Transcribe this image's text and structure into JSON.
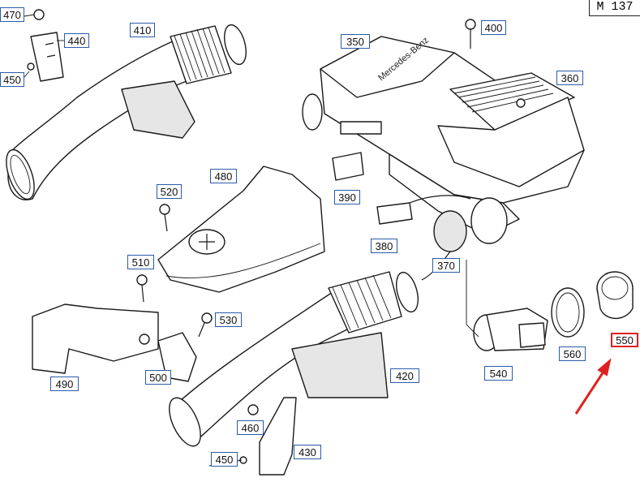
{
  "diagram": {
    "model_badge": "M 137",
    "brand_text": "Mercedes-Benz",
    "callouts": {
      "p470": "470",
      "p440": "440",
      "p450a": "450",
      "p410": "410",
      "p350": "350",
      "p400": "400",
      "p360": "360",
      "p520": "520",
      "p480": "480",
      "p390": "390",
      "p380": "380",
      "p510": "510",
      "p370": "370",
      "p530": "530",
      "p490": "490",
      "p500": "500",
      "p420": "420",
      "p540": "540",
      "p560": "560",
      "p550": "550",
      "p460": "460",
      "p450b": "450",
      "p430": "430"
    },
    "highlighted_part": "550",
    "colors": {
      "callout_border": "#2a5caa",
      "highlight": "#e02020",
      "arrow": "#e02020"
    }
  }
}
